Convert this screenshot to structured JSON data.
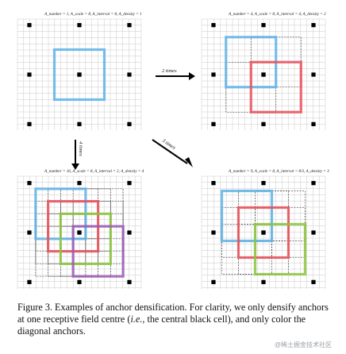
{
  "panels": [
    {
      "title": "A_number = 1, A_scale = 8, A_interval = 8, A_density = 1",
      "anchors": [
        {
          "color": "#5fb3e6",
          "shift": [
            0,
            0
          ]
        }
      ]
    },
    {
      "title": "A_number = 4, A_scale = 8, A_interval = 4, A_density = 2",
      "anchors": [
        {
          "color": "#5fb3e6",
          "shift": [
            -0.25,
            -0.25
          ]
        },
        {
          "color": "#e8505b",
          "shift": [
            0.25,
            0.25
          ]
        }
      ]
    },
    {
      "title": "A_number = 16, A_scale = 8, A_interval = 2, A_density = 4",
      "anchors": [
        {
          "color": "#5fb3e6",
          "shift": [
            -0.375,
            -0.375
          ]
        },
        {
          "color": "#e8505b",
          "shift": [
            -0.125,
            -0.125
          ]
        },
        {
          "color": "#8cc63f",
          "shift": [
            0.125,
            0.125
          ]
        },
        {
          "color": "#9b59b6",
          "shift": [
            0.375,
            0.375
          ]
        }
      ]
    },
    {
      "title": "A_number = 9, A_scale = 8, A_interval = 8/3, A_density = 3",
      "anchors": [
        {
          "color": "#5fb3e6",
          "shift": [
            -0.333,
            -0.333
          ]
        },
        {
          "color": "#e8505b",
          "shift": [
            0,
            0
          ]
        },
        {
          "color": "#8cc63f",
          "shift": [
            0.333,
            0.333
          ]
        }
      ]
    }
  ],
  "arrows": [
    {
      "label": "2 times"
    },
    {
      "label": "4 times"
    },
    {
      "label": "3 times"
    }
  ],
  "caption": {
    "prefix": "Figure 3. Examples of anchor densification.  For clarity, we only densify anchors at one receptive field centre (",
    "ie": "i.e.",
    "suffix": ", the central black cell), and only color the diagonal anchors."
  },
  "watermark": "@稀土掘金技术社区"
}
